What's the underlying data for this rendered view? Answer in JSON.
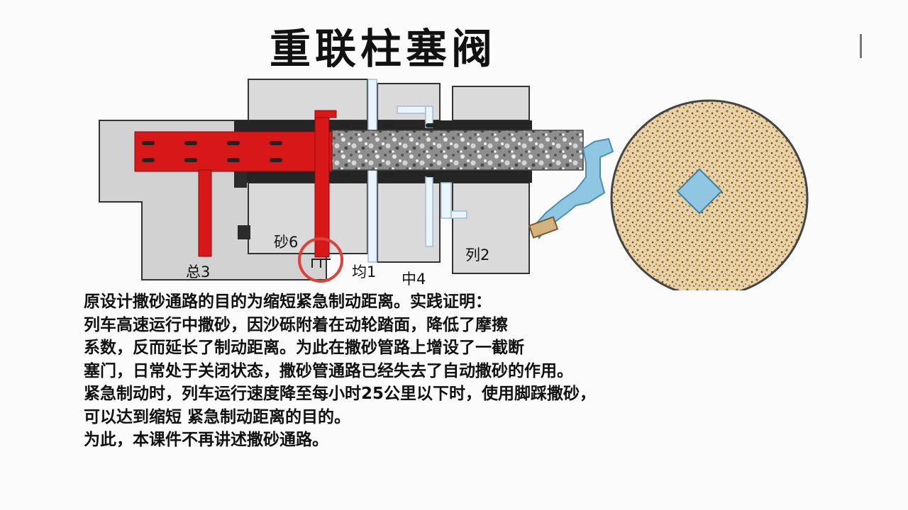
{
  "title": "重联柱塞阀",
  "labels": {
    "zong3": "总3",
    "sha6": "砂6",
    "jun1": "均1",
    "zhong4": "中4",
    "lie2": "列2"
  },
  "description": [
    "原设计撒砂通路的目的为缩短紧急制动距离。实践证明：",
    "列车高速运行中撒砂，因沙砾附着在动轮踏面，降低了摩擦",
    "系数，反而延长了制动距离。为此在撒砂管路上增设了一截断",
    "塞门，日常处于关闭状态，撒砂管通路已经失去了自动撒砂的作用。",
    "紧急制动时，列车运行速度降至每小时25公里以下时，使用脚踩撒砂，",
    "可以达到缩短  紧急制动距离的目的。",
    "为此，本课件不再讲述撒砂通路。"
  ],
  "colors": {
    "red": "#d81818",
    "gray": "#d2d2d2",
    "dark": "#222222",
    "blue": "#8fc7e3",
    "sand": "#d4b27d"
  }
}
